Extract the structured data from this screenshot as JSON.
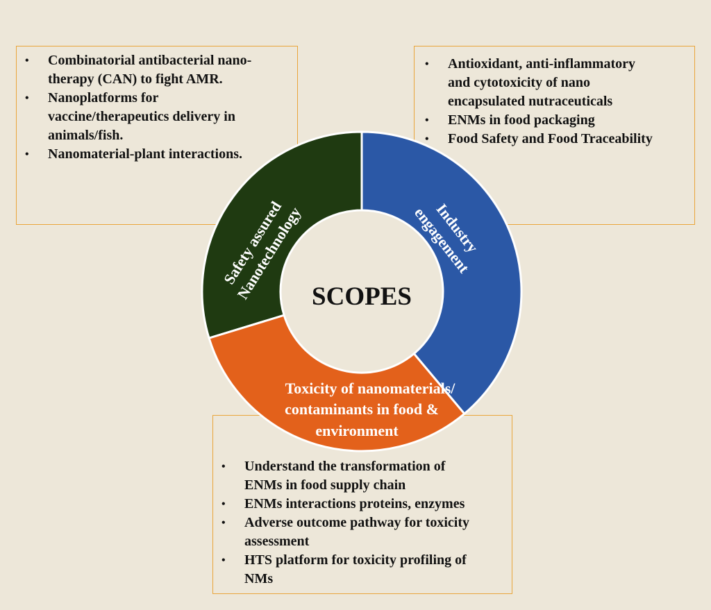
{
  "center_label": "SCOPES",
  "segments": {
    "safety": {
      "line1": "Safety assured",
      "line2": "Nanotechnology",
      "color": "#1f3a11"
    },
    "industry": {
      "line1": "Industry",
      "line2": "engagement",
      "color": "#2b58a6"
    },
    "toxicity": {
      "line1": "Toxicity of nanomaterials/",
      "line2": "contaminants in food &",
      "line3": "environment",
      "color": "#e3611b"
    }
  },
  "box_safety": {
    "bullet": "•",
    "items": [
      [
        "Combinatorial antibacterial nano-",
        "therapy (CAN) to fight AMR."
      ],
      [
        "Nanoplatforms for",
        "vaccine/therapeutics delivery in",
        "animals/fish."
      ],
      [
        "Nanomaterial-plant interactions."
      ]
    ]
  },
  "box_industry": {
    "bullet": "•",
    "items": [
      [
        "Antioxidant, anti-inflammatory",
        "and cytotoxicity of nano",
        "encapsulated nutraceuticals"
      ],
      [
        "ENMs in food packaging"
      ],
      [
        "Food Safety and Food Traceability"
      ]
    ]
  },
  "box_toxicity": {
    "bullet": "•",
    "items": [
      [
        "Understand the transformation of",
        "ENMs in food supply chain"
      ],
      [
        "ENMs interactions proteins, enzymes"
      ],
      [
        "Adverse outcome pathway for toxicity",
        "assessment"
      ],
      [
        "HTS platform for toxicity profiling of",
        "NMs"
      ]
    ]
  },
  "colors": {
    "box_border": "#e9a53a",
    "background": "#ede7d9"
  }
}
